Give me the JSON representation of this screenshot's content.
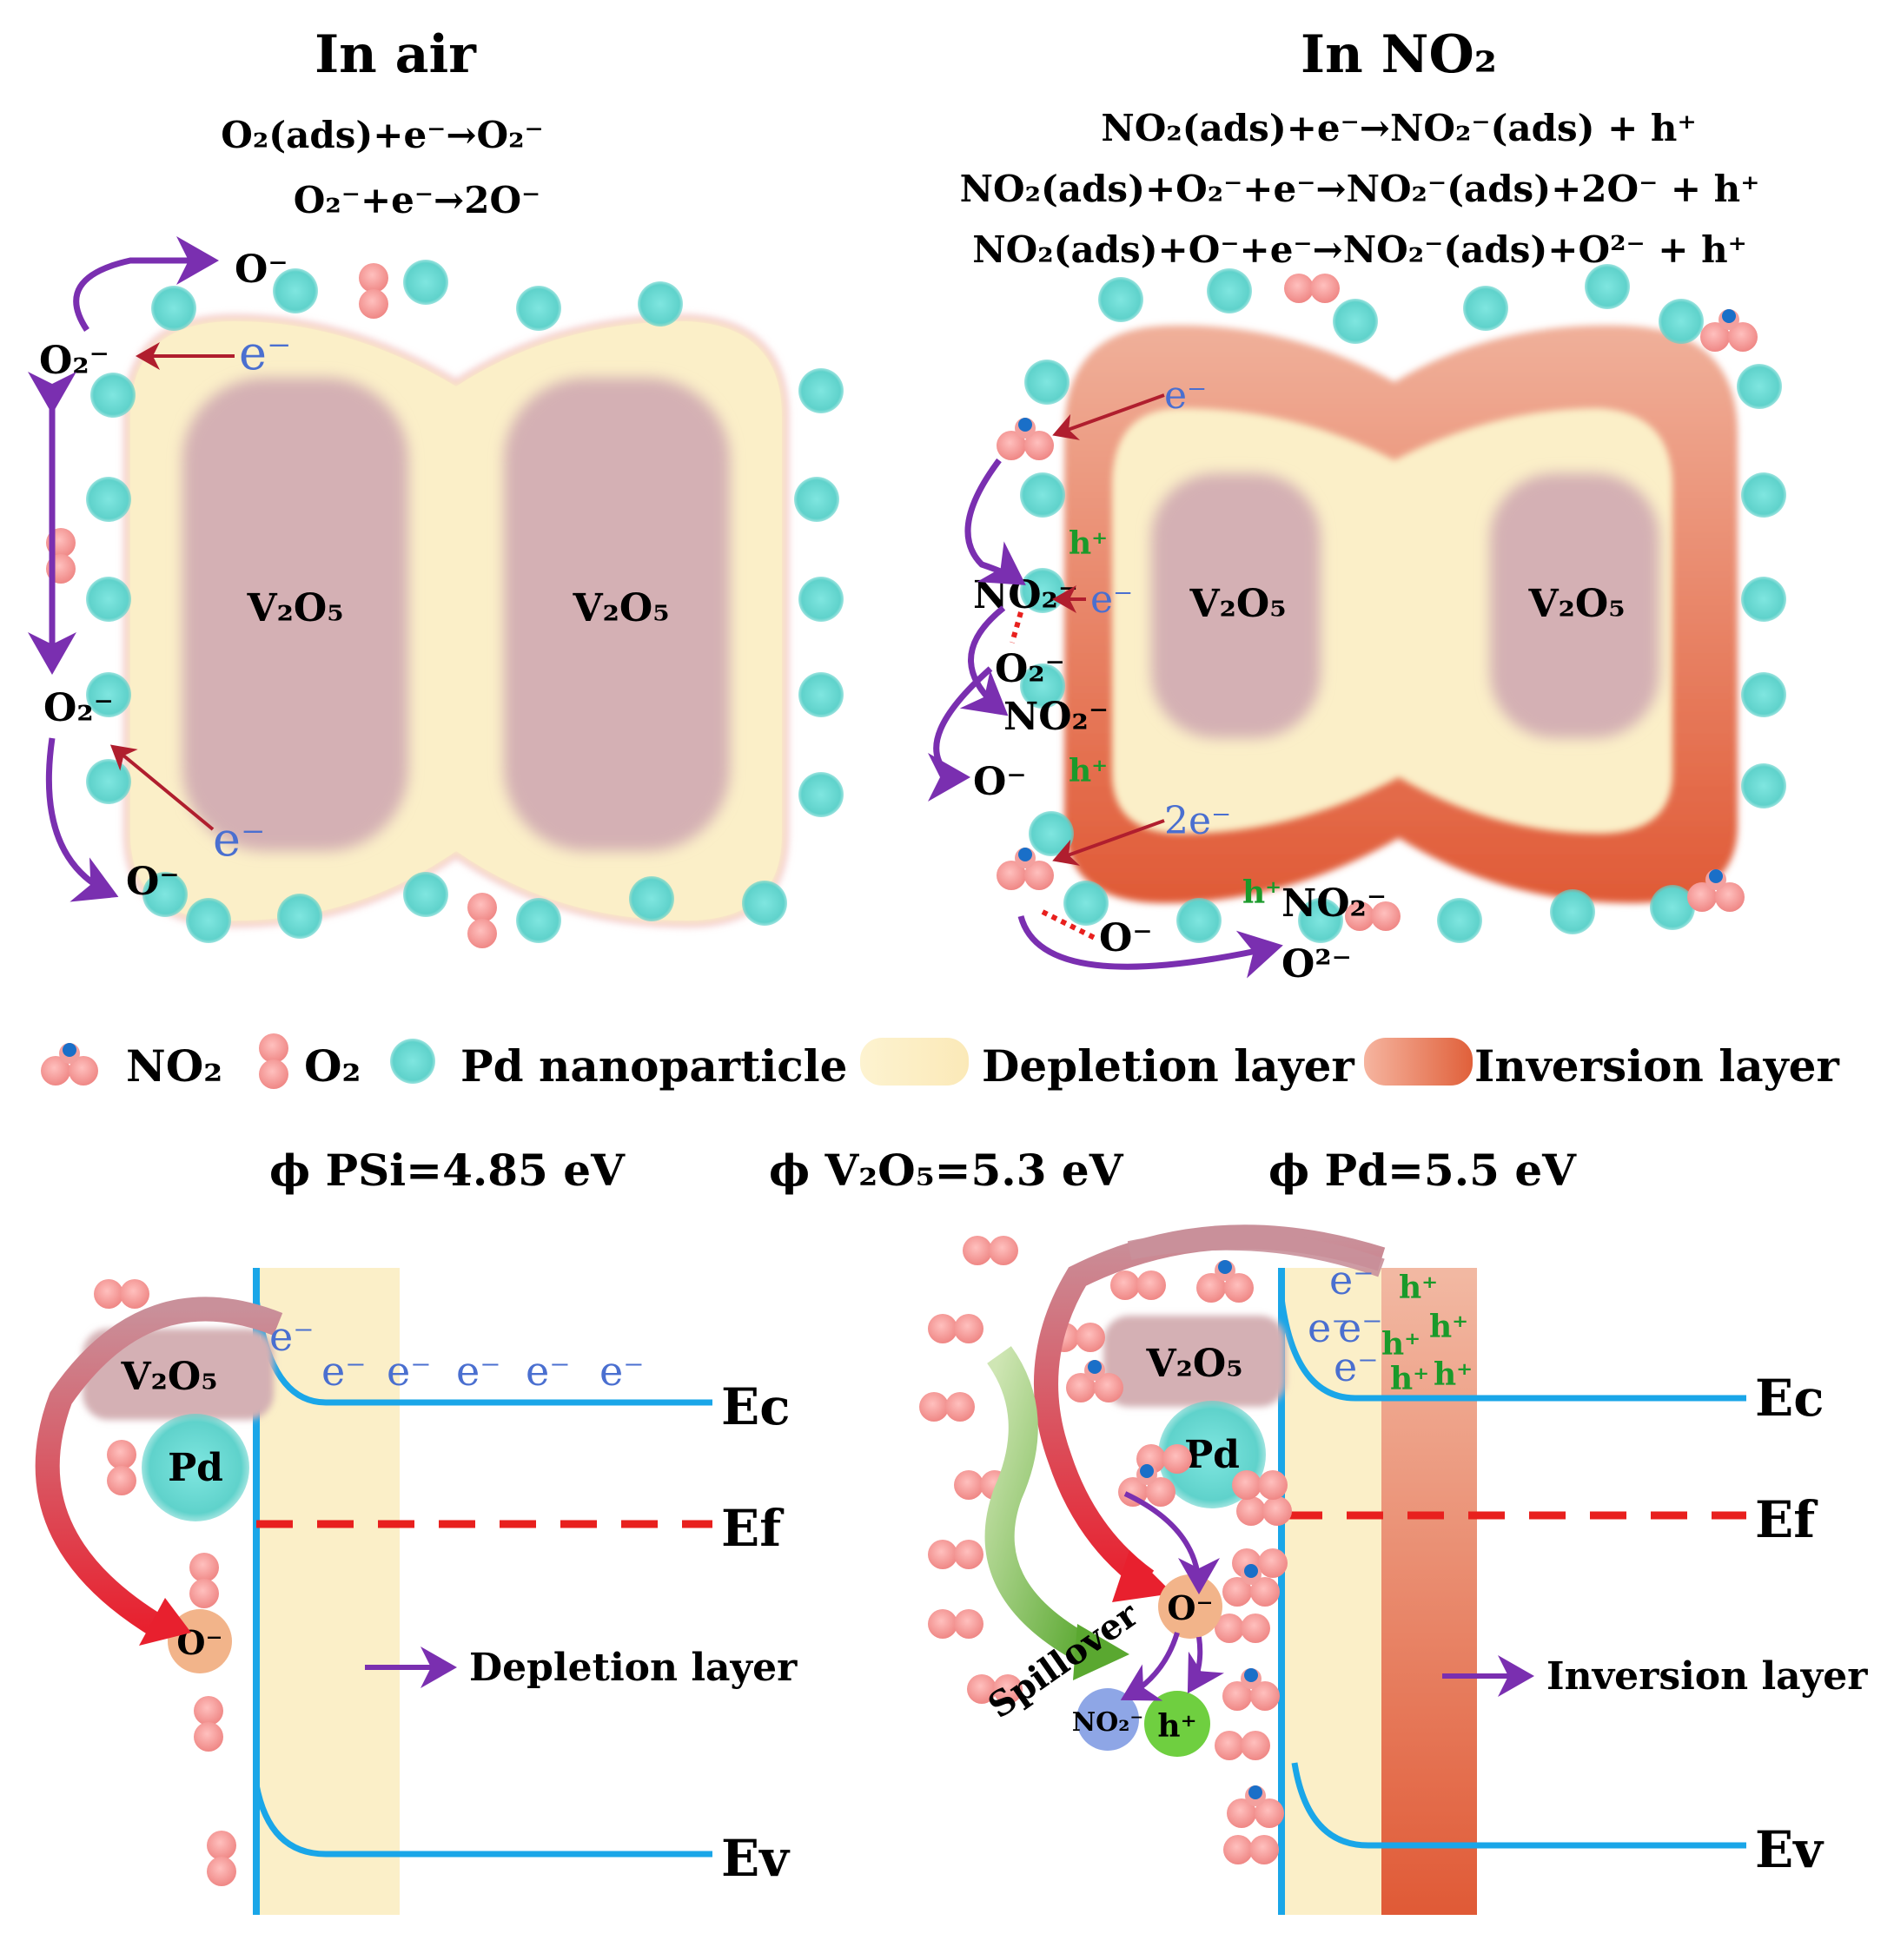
{
  "top_left": {
    "title": "In air",
    "eq1": "O₂(ads)+e⁻→O₂⁻",
    "eq2": "O₂⁻+e⁻→2O⁻",
    "core_label_1": "V₂O₅",
    "core_label_2": "V₂O₅",
    "species": {
      "o_minus": "O⁻",
      "o2_minus": "O₂⁻",
      "e_minus": "e⁻"
    }
  },
  "top_right": {
    "title": "In NO₂",
    "eq1": "NO₂(ads)+e⁻→NO₂⁻(ads) + h⁺",
    "eq2": "NO₂(ads)+O₂⁻+e⁻→NO₂⁻(ads)+2O⁻ + h⁺",
    "eq3": "NO₂(ads)+O⁻+e⁻→NO₂⁻(ads)+O²⁻ + h⁺",
    "core_label_1": "V₂O₅",
    "core_label_2": "V₂O₅",
    "species": {
      "e_minus": "e⁻",
      "two_e": "2e⁻",
      "h_plus": "h⁺",
      "no2_minus": "NO₂⁻",
      "o2_minus": "O₂⁻",
      "o_minus": "O⁻",
      "o2_2minus": "O²⁻"
    }
  },
  "legend": {
    "no2": "NO₂",
    "o2": "O₂",
    "pd": "Pd nanoparticle",
    "depletion": "Depletion layer",
    "inversion": "Inversion layer"
  },
  "work_functions": {
    "psi": "ϕ PSi=4.85 eV",
    "v2o5": "ϕ V₂O₅=5.3 eV",
    "pd": "ϕ Pd=5.5 eV"
  },
  "band_left": {
    "v2o5": "V₂O₅",
    "pd": "Pd",
    "o_minus": "O⁻",
    "e_minus": "e⁻",
    "ec": "Ec",
    "ef": "Ef",
    "ev": "Ev",
    "layer": "Depletion layer"
  },
  "band_right": {
    "v2o5": "V₂O₅",
    "pd": "Pd",
    "o_minus": "O⁻",
    "e_minus": "e⁻",
    "h_plus": "h⁺",
    "no2_minus": "NO₂⁻",
    "spillover": "Spillover",
    "ec": "Ec",
    "ef": "Ef",
    "ev": "Ev",
    "layer": "Inversion layer"
  },
  "colors": {
    "pd": "#6ad9d3",
    "o2": "#f59b9a",
    "no2_n": "#1a6fc8",
    "depletion": "#fbefc8",
    "inversion": "#e2613c",
    "core": "#d4b0b4",
    "band": "#1aa6e8",
    "fermi": "#e8201e",
    "arrow_purple": "#7a2fb0",
    "arrow_red": "#b01e2e",
    "electron": "#4a6fd0",
    "hole": "#1a9a2a"
  }
}
